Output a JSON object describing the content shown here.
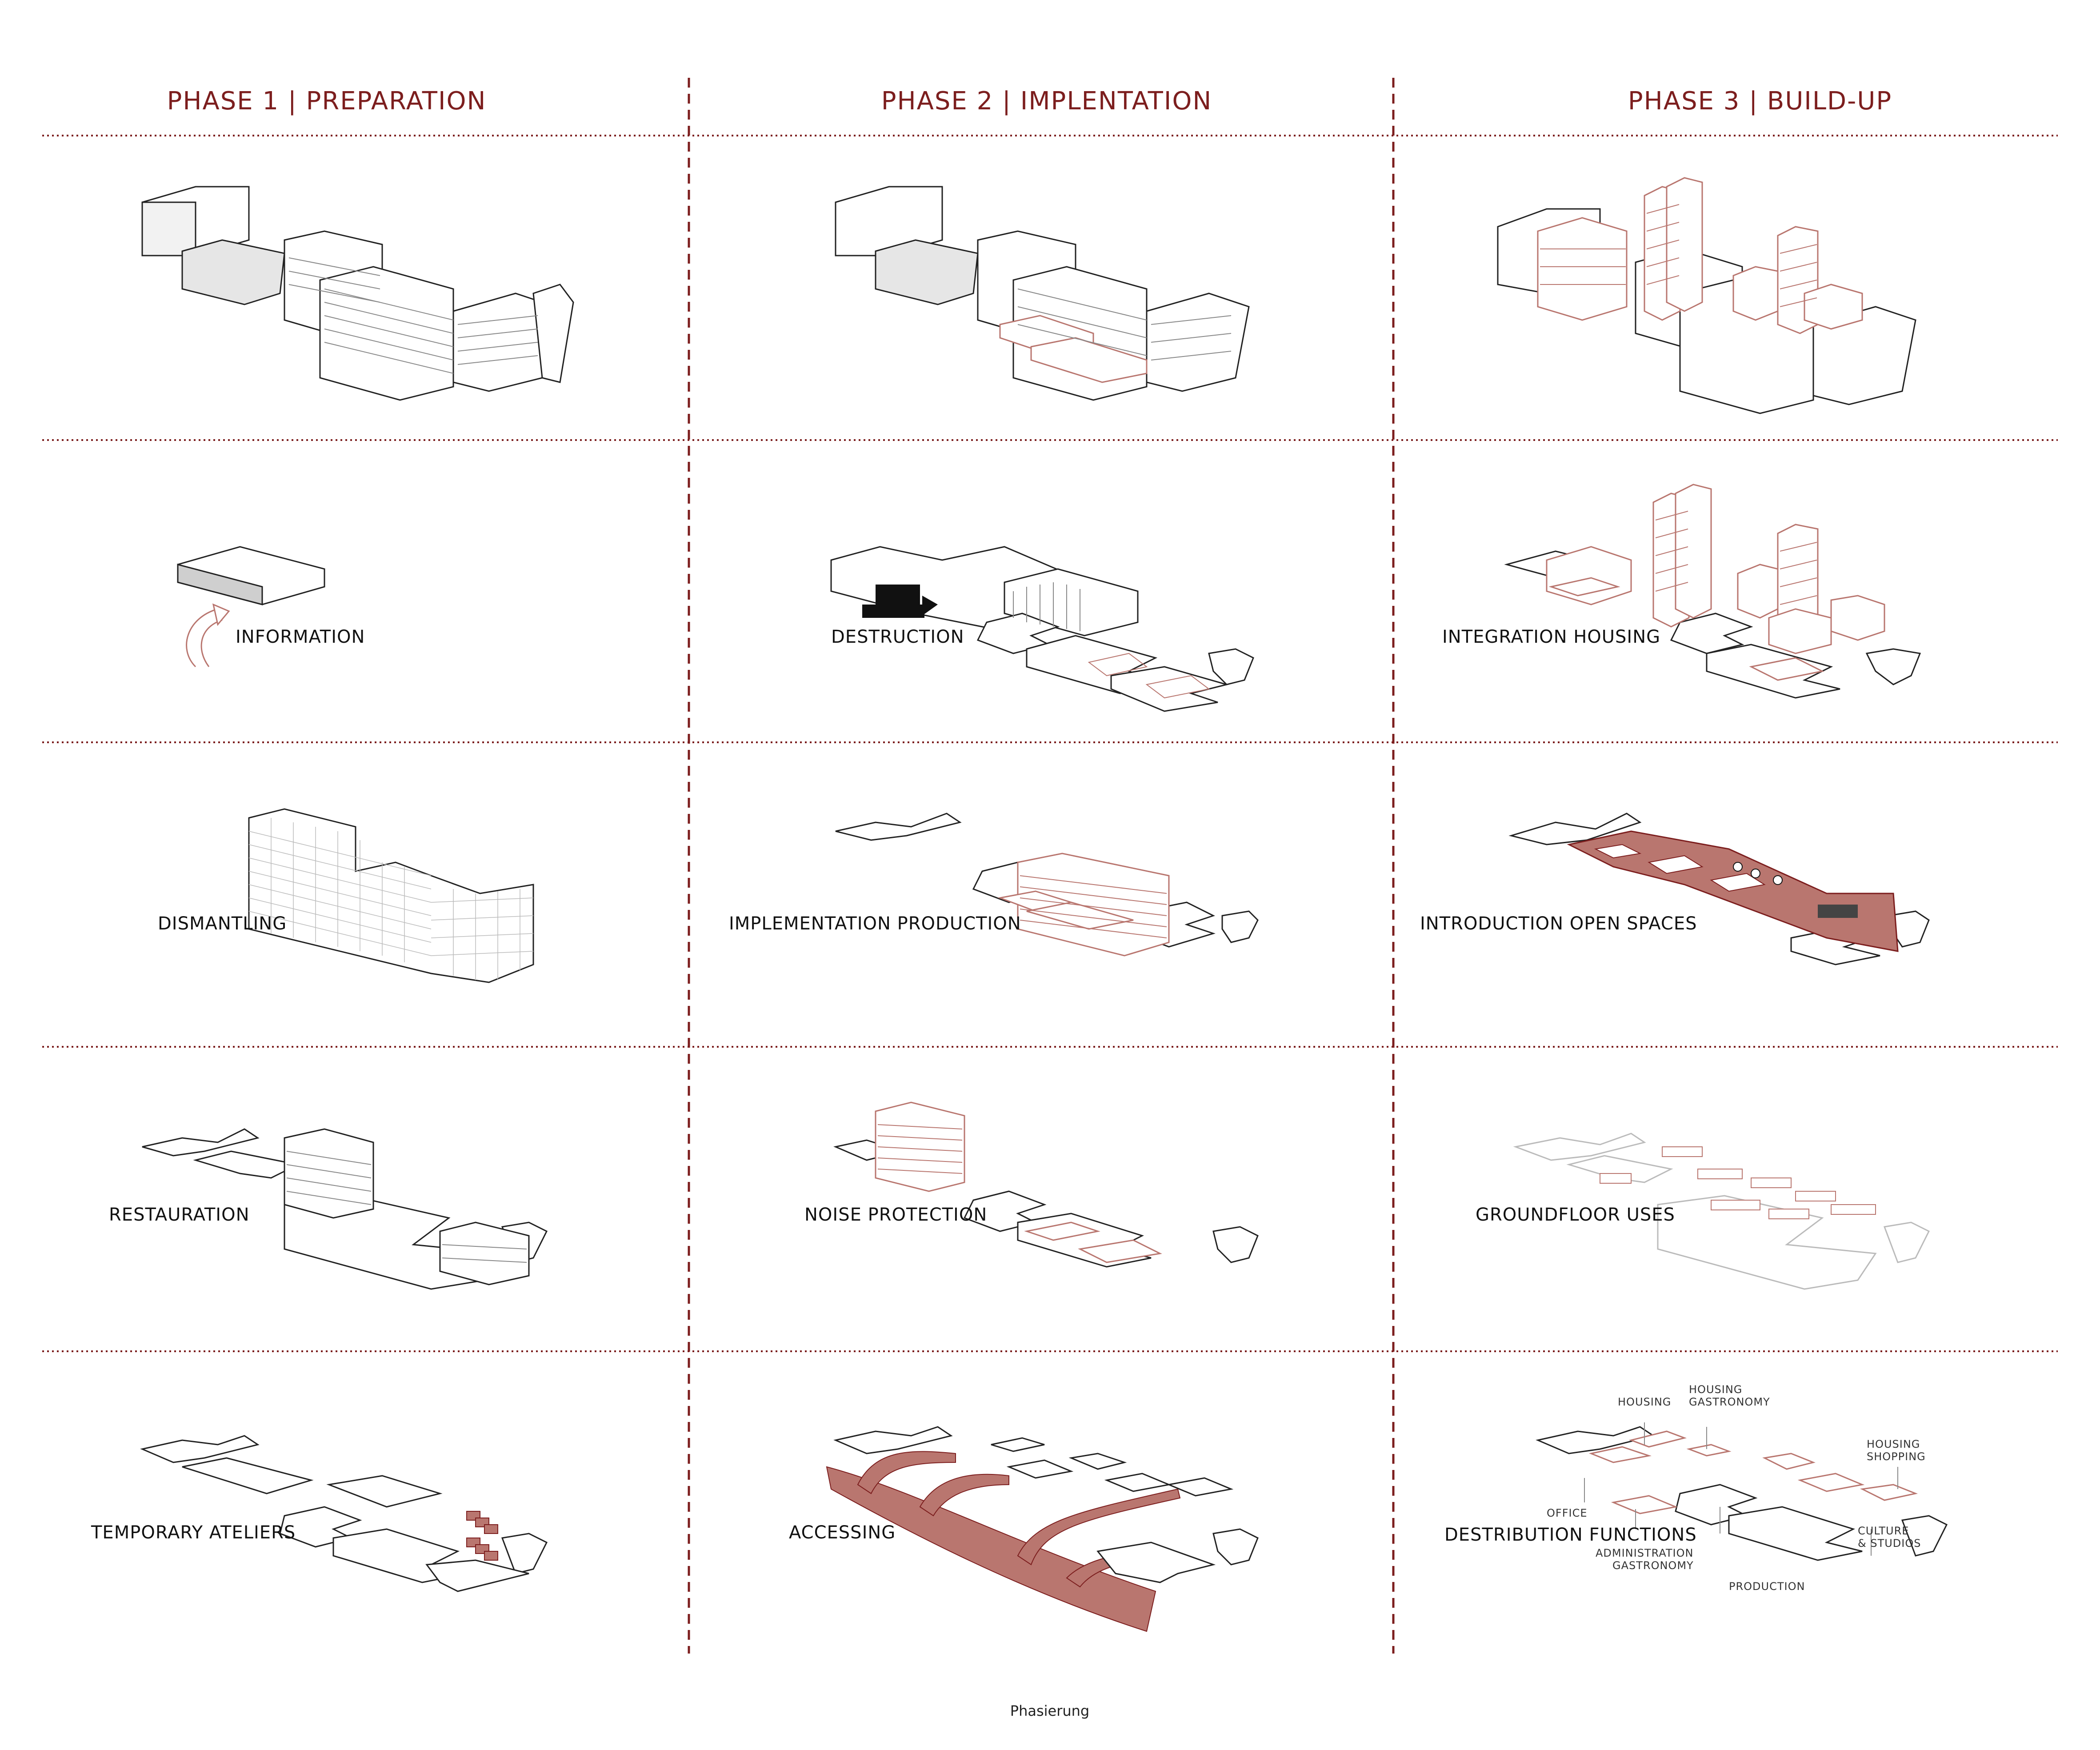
{
  "phases": [
    {
      "title": "PHASE 1 | PREPARATION"
    },
    {
      "title": "PHASE 2 | IMPLENTATION"
    },
    {
      "title": "PHASE 3 | BUILD-UP"
    }
  ],
  "captions": {
    "p1_information": "INFORMATION",
    "p1_dismantling": "DISMANTLING",
    "p1_restauration": "RESTAURATION",
    "p1_temporary_ateliers": "TEMPORARY ATELIERS",
    "p2_destruction": "DESTRUCTION",
    "p2_implementation_production": "IMPLEMENTATION PRODUCTION",
    "p2_noise_protection": "NOISE PROTECTION",
    "p2_accessing": "ACCESSING",
    "p3_integration_housing": "INTEGRATION HOUSING",
    "p3_introduction_open_spaces": "INTRODUCTION OPEN SPACES",
    "p3_groundfloor_uses": "GROUNDFLOOR USES",
    "p3_destribution_functions": "DESTRIBUTION FUNCTIONS"
  },
  "function_labels": {
    "housing": "HOUSING",
    "housing_gastronomy_1": "HOUSING",
    "housing_gastronomy_2": "GASTRONOMY",
    "housing_shopping_1": "HOUSING",
    "housing_shopping_2": "SHOPPING",
    "office": "OFFICE",
    "admin_gastro_1": "ADMINISTRATION",
    "admin_gastro_2": "GASTRONOMY",
    "production": "PRODUCTION",
    "culture_1": "CULTURE",
    "culture_2": "& STUDIOS"
  },
  "footer": "Phasierung",
  "colors": {
    "accent": "#7c1e1e",
    "fill_red": "#b9766f",
    "line": "#222222"
  }
}
